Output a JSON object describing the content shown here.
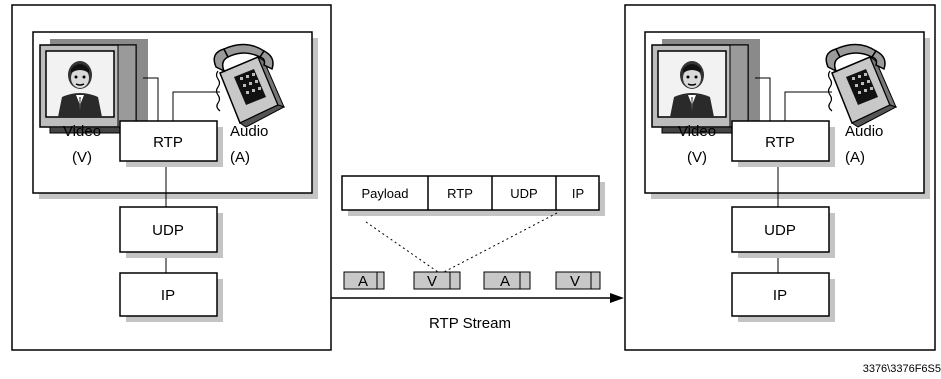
{
  "left_host": {
    "video_label": "Video",
    "video_abbr": "(V)",
    "audio_label": "Audio",
    "audio_abbr": "(A)",
    "rtp": "RTP",
    "udp": "UDP",
    "ip": "IP"
  },
  "right_host": {
    "video_label": "Video",
    "video_abbr": "(V)",
    "audio_label": "Audio",
    "audio_abbr": "(A)",
    "rtp": "RTP",
    "udp": "UDP",
    "ip": "IP"
  },
  "packet": {
    "fields": [
      "Payload",
      "RTP",
      "UDP",
      "IP"
    ]
  },
  "stream": {
    "packets": [
      "A",
      "V",
      "A",
      "V"
    ],
    "label": "RTP Stream"
  },
  "figure_ref": "3376\\3376F6S5"
}
